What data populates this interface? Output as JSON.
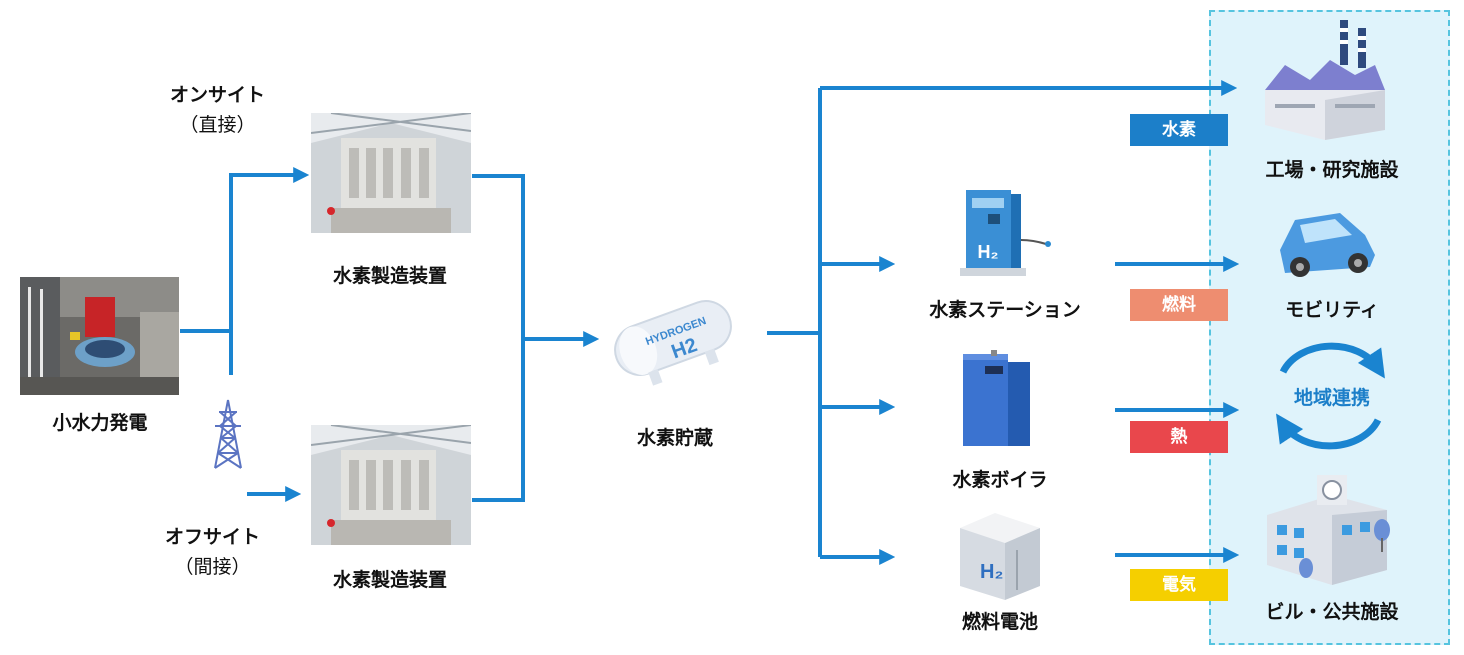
{
  "labels": {
    "onsite": "オンサイト",
    "onsite_sub": "（直接）",
    "offsite": "オフサイト",
    "offsite_sub": "（間接）",
    "hydro": "小水力発電",
    "electrolyzer_top": "水素製造装置",
    "electrolyzer_bottom": "水素製造装置",
    "storage": "水素貯蔵",
    "station": "水素ステーション",
    "boiler": "水素ボイラ",
    "fuelcell": "燃料電池",
    "factory": "工場・研究施設",
    "mobility": "モビリティ",
    "regional": "地域連携",
    "building": "ビル・公共施設"
  },
  "tags": {
    "hydrogen": "水素",
    "fuel": "燃料",
    "heat": "熱",
    "electricity": "電気"
  },
  "icon_text": {
    "tank_word": "HYDROGEN",
    "h2": "H2"
  },
  "colors": {
    "arrow": "#1a84d0",
    "tag_hydrogen": "#1c7fc9",
    "tag_fuel": "#ee8d70",
    "tag_heat": "#e9474c",
    "tag_electricity": "#f5cf00",
    "panel_bg": "#dff3fb",
    "panel_border": "#56c4df",
    "regional_text": "#1c7fc9"
  }
}
